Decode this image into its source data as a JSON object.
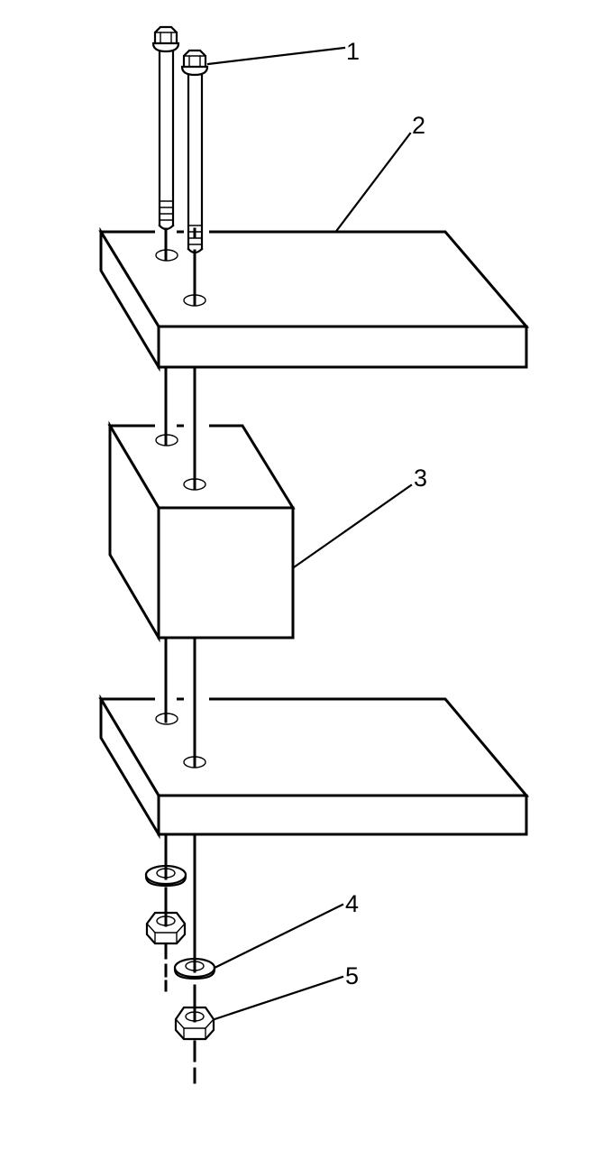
{
  "diagram": {
    "type": "exploded-assembly",
    "background": "#ffffff",
    "line_color": "#000000",
    "callouts": [
      {
        "id": "1",
        "label": "1",
        "target": "bolt"
      },
      {
        "id": "2",
        "label": "2",
        "target": "upper-plate"
      },
      {
        "id": "3",
        "label": "3",
        "target": "spacer-block"
      },
      {
        "id": "4",
        "label": "4",
        "target": "washer"
      },
      {
        "id": "5",
        "label": "5",
        "target": "nut"
      }
    ],
    "parts": {
      "bolts": 2,
      "plates": 2,
      "blocks": 1,
      "washers": 2,
      "nuts": 2
    }
  }
}
